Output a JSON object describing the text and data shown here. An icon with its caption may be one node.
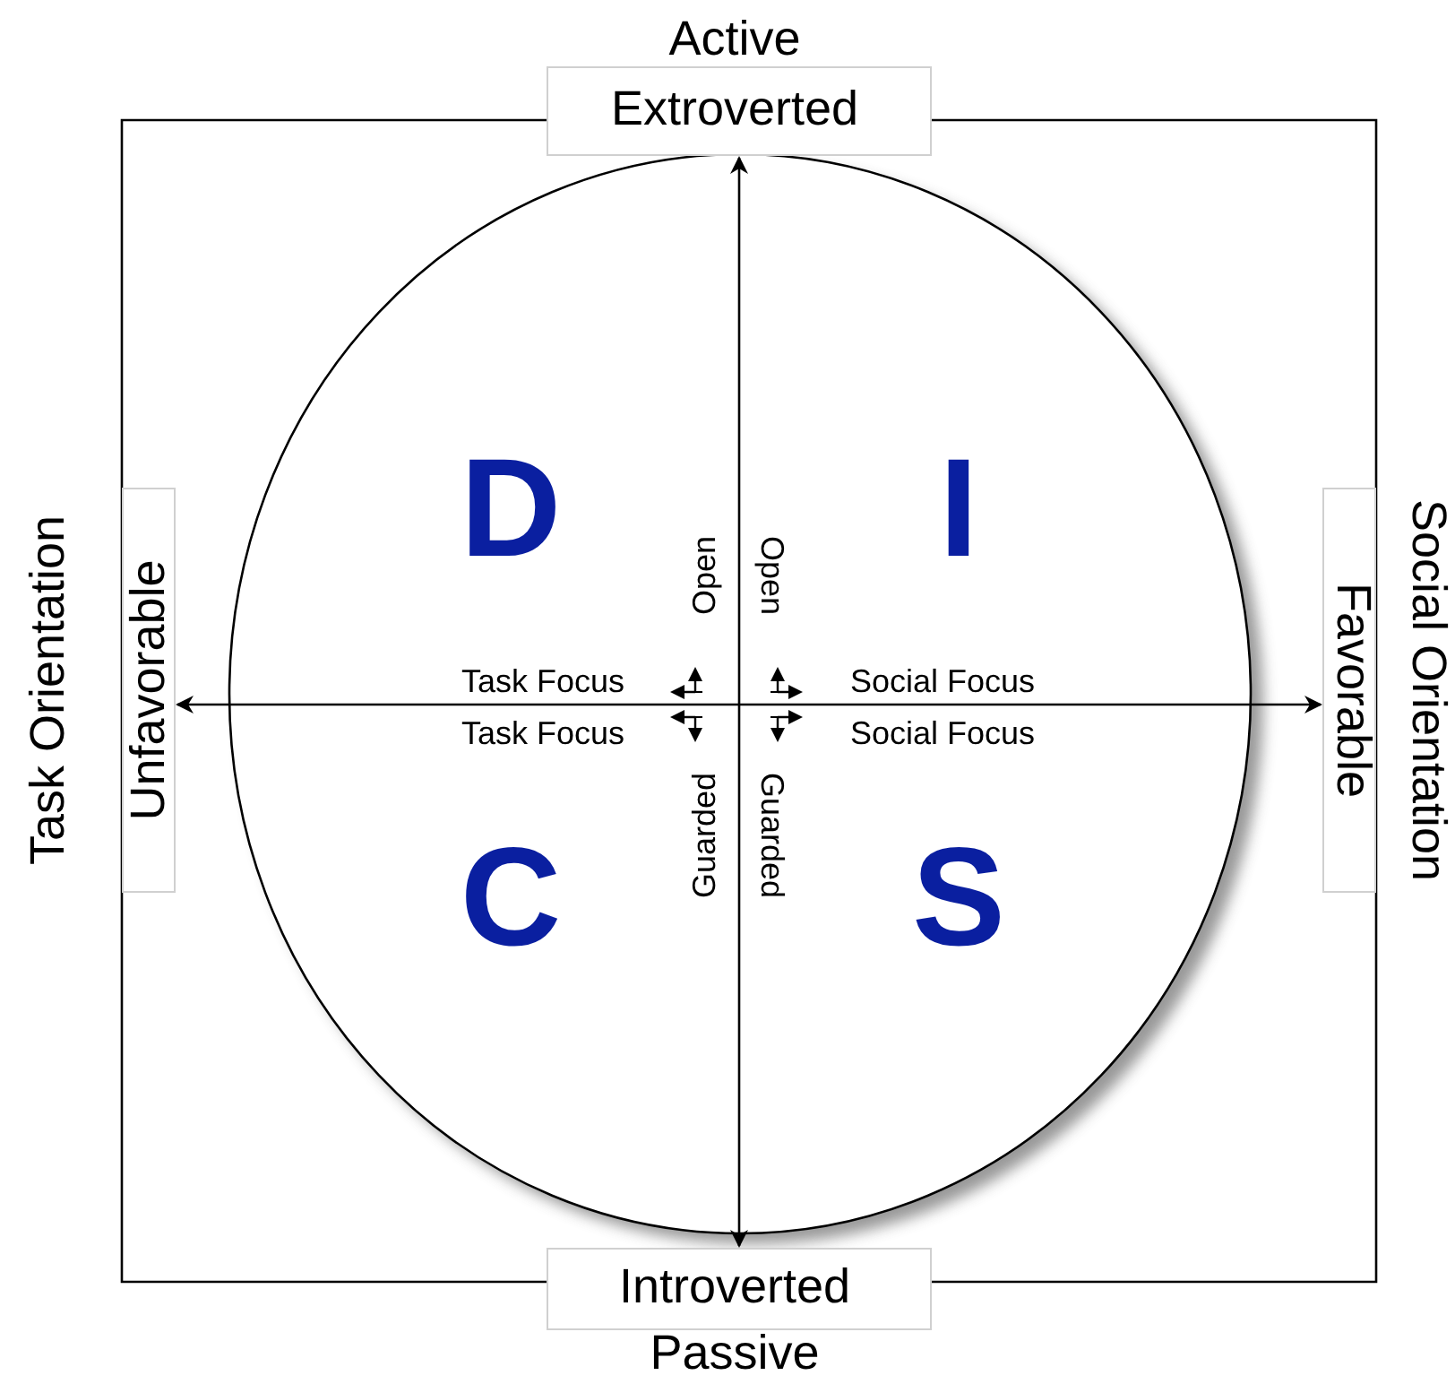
{
  "diagram": {
    "nodes": [
      {
        "text": [
          "Active",
          "Extroverted"
        ]
      },
      {
        "text": [
          "Introverted",
          "Passive"
        ]
      },
      {
        "text": [
          "Task Orientation",
          "Unfavorable"
        ]
      },
      {
        "text": [
          "Favorable",
          "Social Orientation"
        ]
      }
    ],
    "edges": [
      {
        "from": 0,
        "to": 1,
        "arrow": "both"
      },
      {
        "from": 2,
        "to": 3,
        "arrow": "both"
      }
    ],
    "labels": [
      "D",
      "I",
      "Open",
      "Open",
      "Task Focus",
      "Social Focus",
      "Task Focus",
      "Social Focus",
      "Guarded",
      "Guarded",
      "C",
      "S"
    ]
  }
}
